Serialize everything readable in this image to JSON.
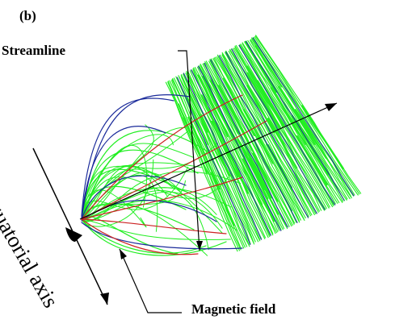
{
  "figure": {
    "panel_label": "(b)",
    "labels": {
      "streamline": "Streamline",
      "magnetic_field": "Magnetic field",
      "equatorial_axis": "Equatorial axis"
    },
    "colors": {
      "background": "#ffffff",
      "field_lines": "#22ee22",
      "dark_field_lines": "#1a2a9a",
      "streamlines": "#cc2222",
      "planet": "#000000",
      "leader_lines": "#000000"
    }
  }
}
